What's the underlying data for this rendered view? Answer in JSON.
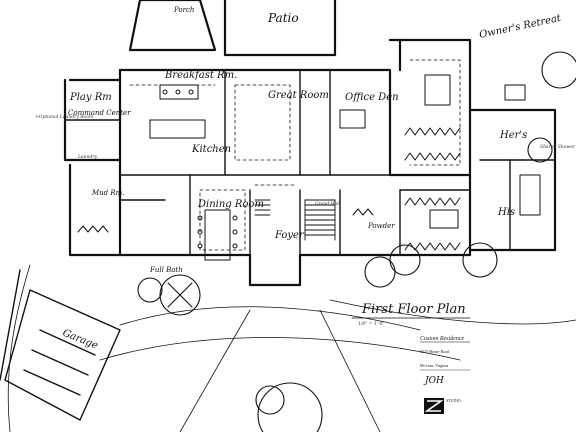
{
  "rooms": {
    "porch": "Porch",
    "patio": "Patio",
    "owners_retreat": "Owner's Retreat",
    "breakfast_rm": "Breakfast Rm.",
    "great_room": "Great Room",
    "office_den": "Office Den",
    "play_rm": "Play Rm",
    "command_center": "Command Center",
    "optional_laundry": "+Optional Laundry Room",
    "kitchen": "Kitchen",
    "hers": "Her's",
    "his": "His",
    "shared_shower": "Shared Shower",
    "mud_rm": "Mud Rm.",
    "dining_room": "Dining Room",
    "foyer": "Foyer",
    "powder": "Powder",
    "full_bath": "Full Bath",
    "garage": "Garage",
    "grand_hall": "Grand Hall",
    "laundry": "Laundry"
  },
  "title_block": {
    "plan_title": "First Floor Plan",
    "scale_note": "1/8\" = 1'-0\"",
    "project": "Custom Residence",
    "address_line1": "6015 Monte Road",
    "address_line2": "McLean, Virginia",
    "initials": "JOH",
    "studio_mark": "STUDIO"
  },
  "colors": {
    "ink": "#111111",
    "paper": "#ffffff"
  }
}
